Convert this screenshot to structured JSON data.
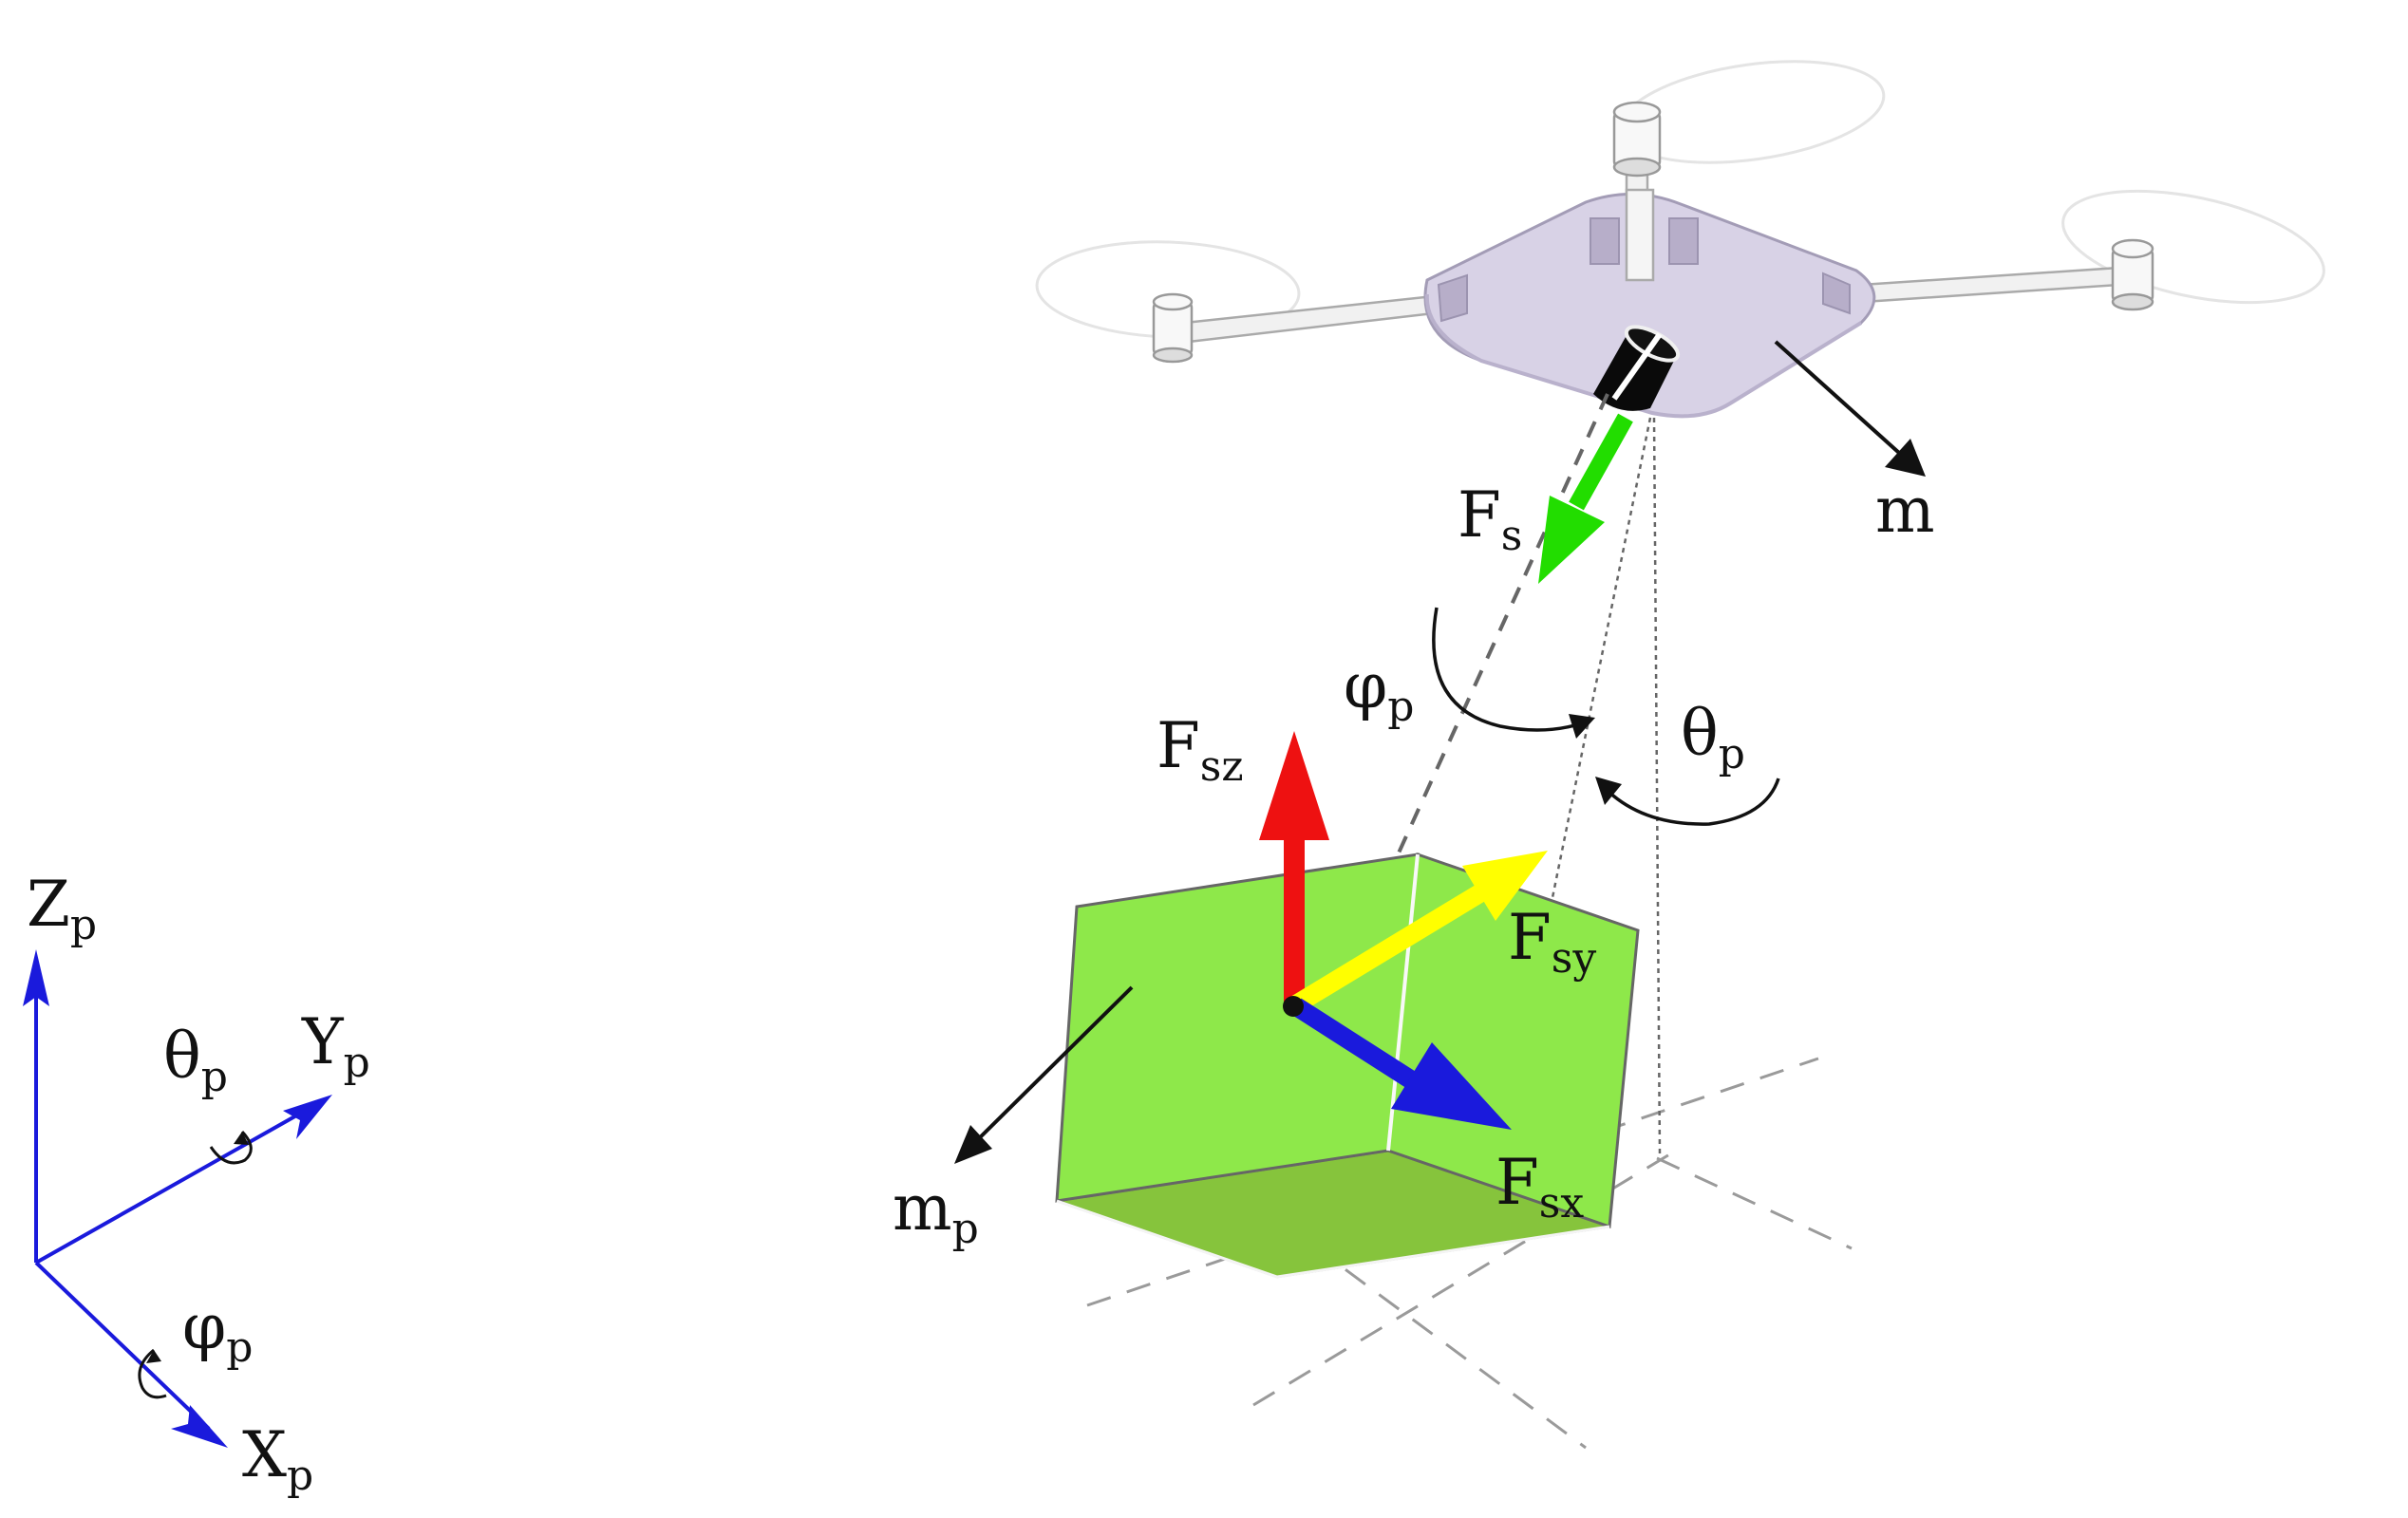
{
  "labels": {
    "F": "F",
    "Fs_sub": "s",
    "Fsz_sub": "sz",
    "Fsy_sub": "sy",
    "Fsx_sub": "sx",
    "m": "m",
    "m_p_sub": "p",
    "phi": "φ",
    "phi_sub": "p",
    "theta": "θ",
    "theta_sub": "p",
    "Z": "Z",
    "Z_sub": "p",
    "Y": "Y",
    "Y_sub": "p",
    "X": "X",
    "X_sub": "p"
  },
  "colors": {
    "fsz_arrow": "#ee1111",
    "fsy_arrow": "#ffff00",
    "fsx_arrow": "#1a1adc",
    "fs_arrow": "#22dd00",
    "payload": "#8ee84a",
    "payload_bottom": "#86c43c",
    "drone_body": "#d8d2e6",
    "axes": "#1a1adc"
  },
  "icons": {
    "drone": "quadcopter-drone-icon",
    "payload": "payload-box-icon"
  }
}
